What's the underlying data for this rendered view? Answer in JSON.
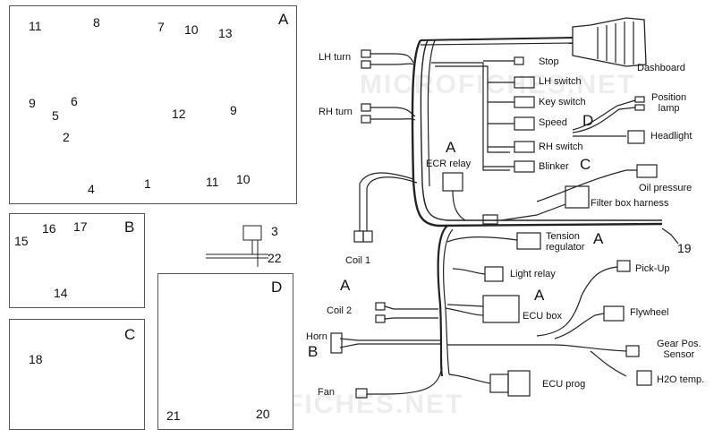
{
  "panels": {
    "A": {
      "letter": "A",
      "numbers": {
        "n11a": "11",
        "n8": "8",
        "n7": "7",
        "n10a": "10",
        "n13": "13",
        "n9a": "9",
        "n6": "6",
        "n5": "5",
        "n2": "2",
        "n12": "12",
        "n9b": "9",
        "n4": "4",
        "n1": "1",
        "n11b": "11",
        "n10b": "10"
      }
    },
    "B": {
      "letter": "B",
      "numbers": {
        "n15": "15",
        "n16": "16",
        "n17": "17",
        "n14": "14"
      }
    },
    "C": {
      "letter": "C",
      "numbers": {
        "n18": "18"
      }
    },
    "D": {
      "letter": "D",
      "numbers": {
        "n21": "21",
        "n20": "20"
      }
    },
    "loose": {
      "n3": "3",
      "n22": "22"
    }
  },
  "harness": {
    "labels": {
      "lh_turn": "LH turn",
      "rh_turn": "RH turn",
      "stop": "Stop",
      "lh_switch": "LH switch",
      "key_switch": "Key switch",
      "speed": "Speed",
      "rh_switch": "RH switch",
      "blinker": "Blinker",
      "dashboard": "Dashboard",
      "position_lamp": "Position\nlamp",
      "headlight": "Headlight",
      "ecr_relay": "ECR relay",
      "oil_pressure": "Oil pressure",
      "filter_box_harness": "Filter box harness",
      "coil1": "Coil 1",
      "tension_regulator": "Tension\nregulator",
      "light_relay": "Light relay",
      "pick_up": "Pick-Up",
      "coil2": "Coil 2",
      "ecu_box": "ECU box",
      "flywheel": "Flywheel",
      "horn": "Horn",
      "gear_pos_sensor": "Gear Pos.\nSensor",
      "fan": "Fan",
      "ecu_prog": "ECU prog",
      "h2o_temp": "H2O temp."
    },
    "letters": {
      "speed_D": "D",
      "blinker_C": "C",
      "ecr_A": "A",
      "regulator_A": "A",
      "coil2_A": "A",
      "ecu_A": "A",
      "horn_B": "B"
    },
    "harness_number": "19"
  },
  "watermark": "MICROFICHES.NET"
}
